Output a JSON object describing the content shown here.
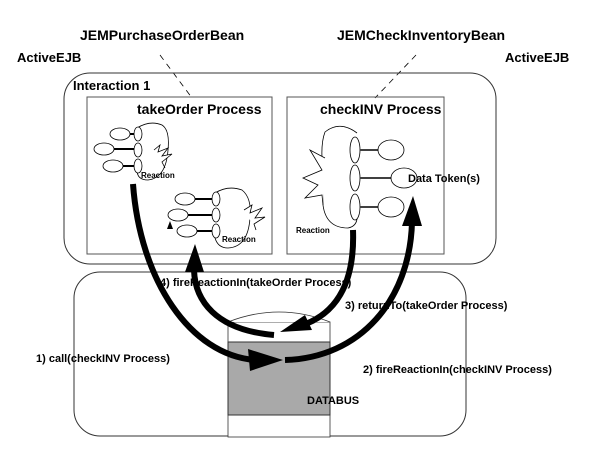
{
  "labels": {
    "bean_left": "JEMPurchaseOrderBean",
    "bean_right": "JEMCheckInventoryBean",
    "activeejb_left": "ActiveEJB",
    "activeejb_right": "ActiveEJB",
    "interaction": "Interaction 1",
    "process_left": "takeOrder Process",
    "process_right": "checkINV Process",
    "data_tokens": "Data Token(s)",
    "reaction_1": "Reaction",
    "reaction_2": "Reaction",
    "reaction_3": "Reaction",
    "databus": "DATABUS"
  },
  "steps": [
    {
      "label": "1) call(checkINV Process)"
    },
    {
      "label": "2) fireReactionIn(checkINV Process)"
    },
    {
      "label": "3) returnTo(takeOrder Process)"
    },
    {
      "label": "4) fireReactionIn(takeOrder Process)"
    }
  ],
  "colors": {
    "databus_fill": "#a9a9a9",
    "line": "#000000"
  }
}
